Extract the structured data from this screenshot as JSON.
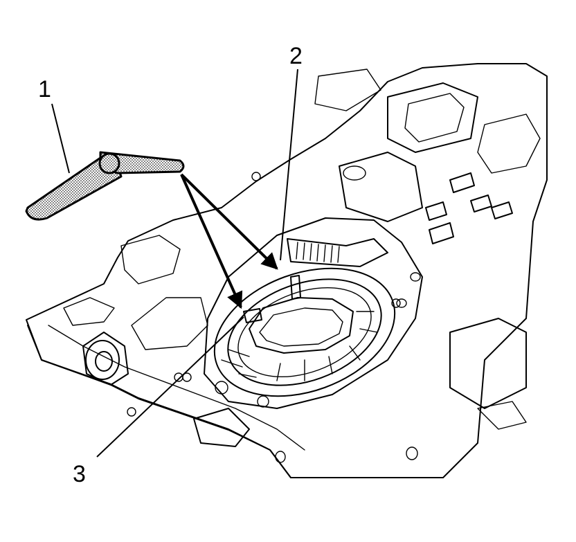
{
  "callouts": {
    "one": "1",
    "two": "2",
    "three": "3"
  },
  "colors": {
    "line": "#000000",
    "background": "#ffffff",
    "tool_stipple": "#555555"
  }
}
